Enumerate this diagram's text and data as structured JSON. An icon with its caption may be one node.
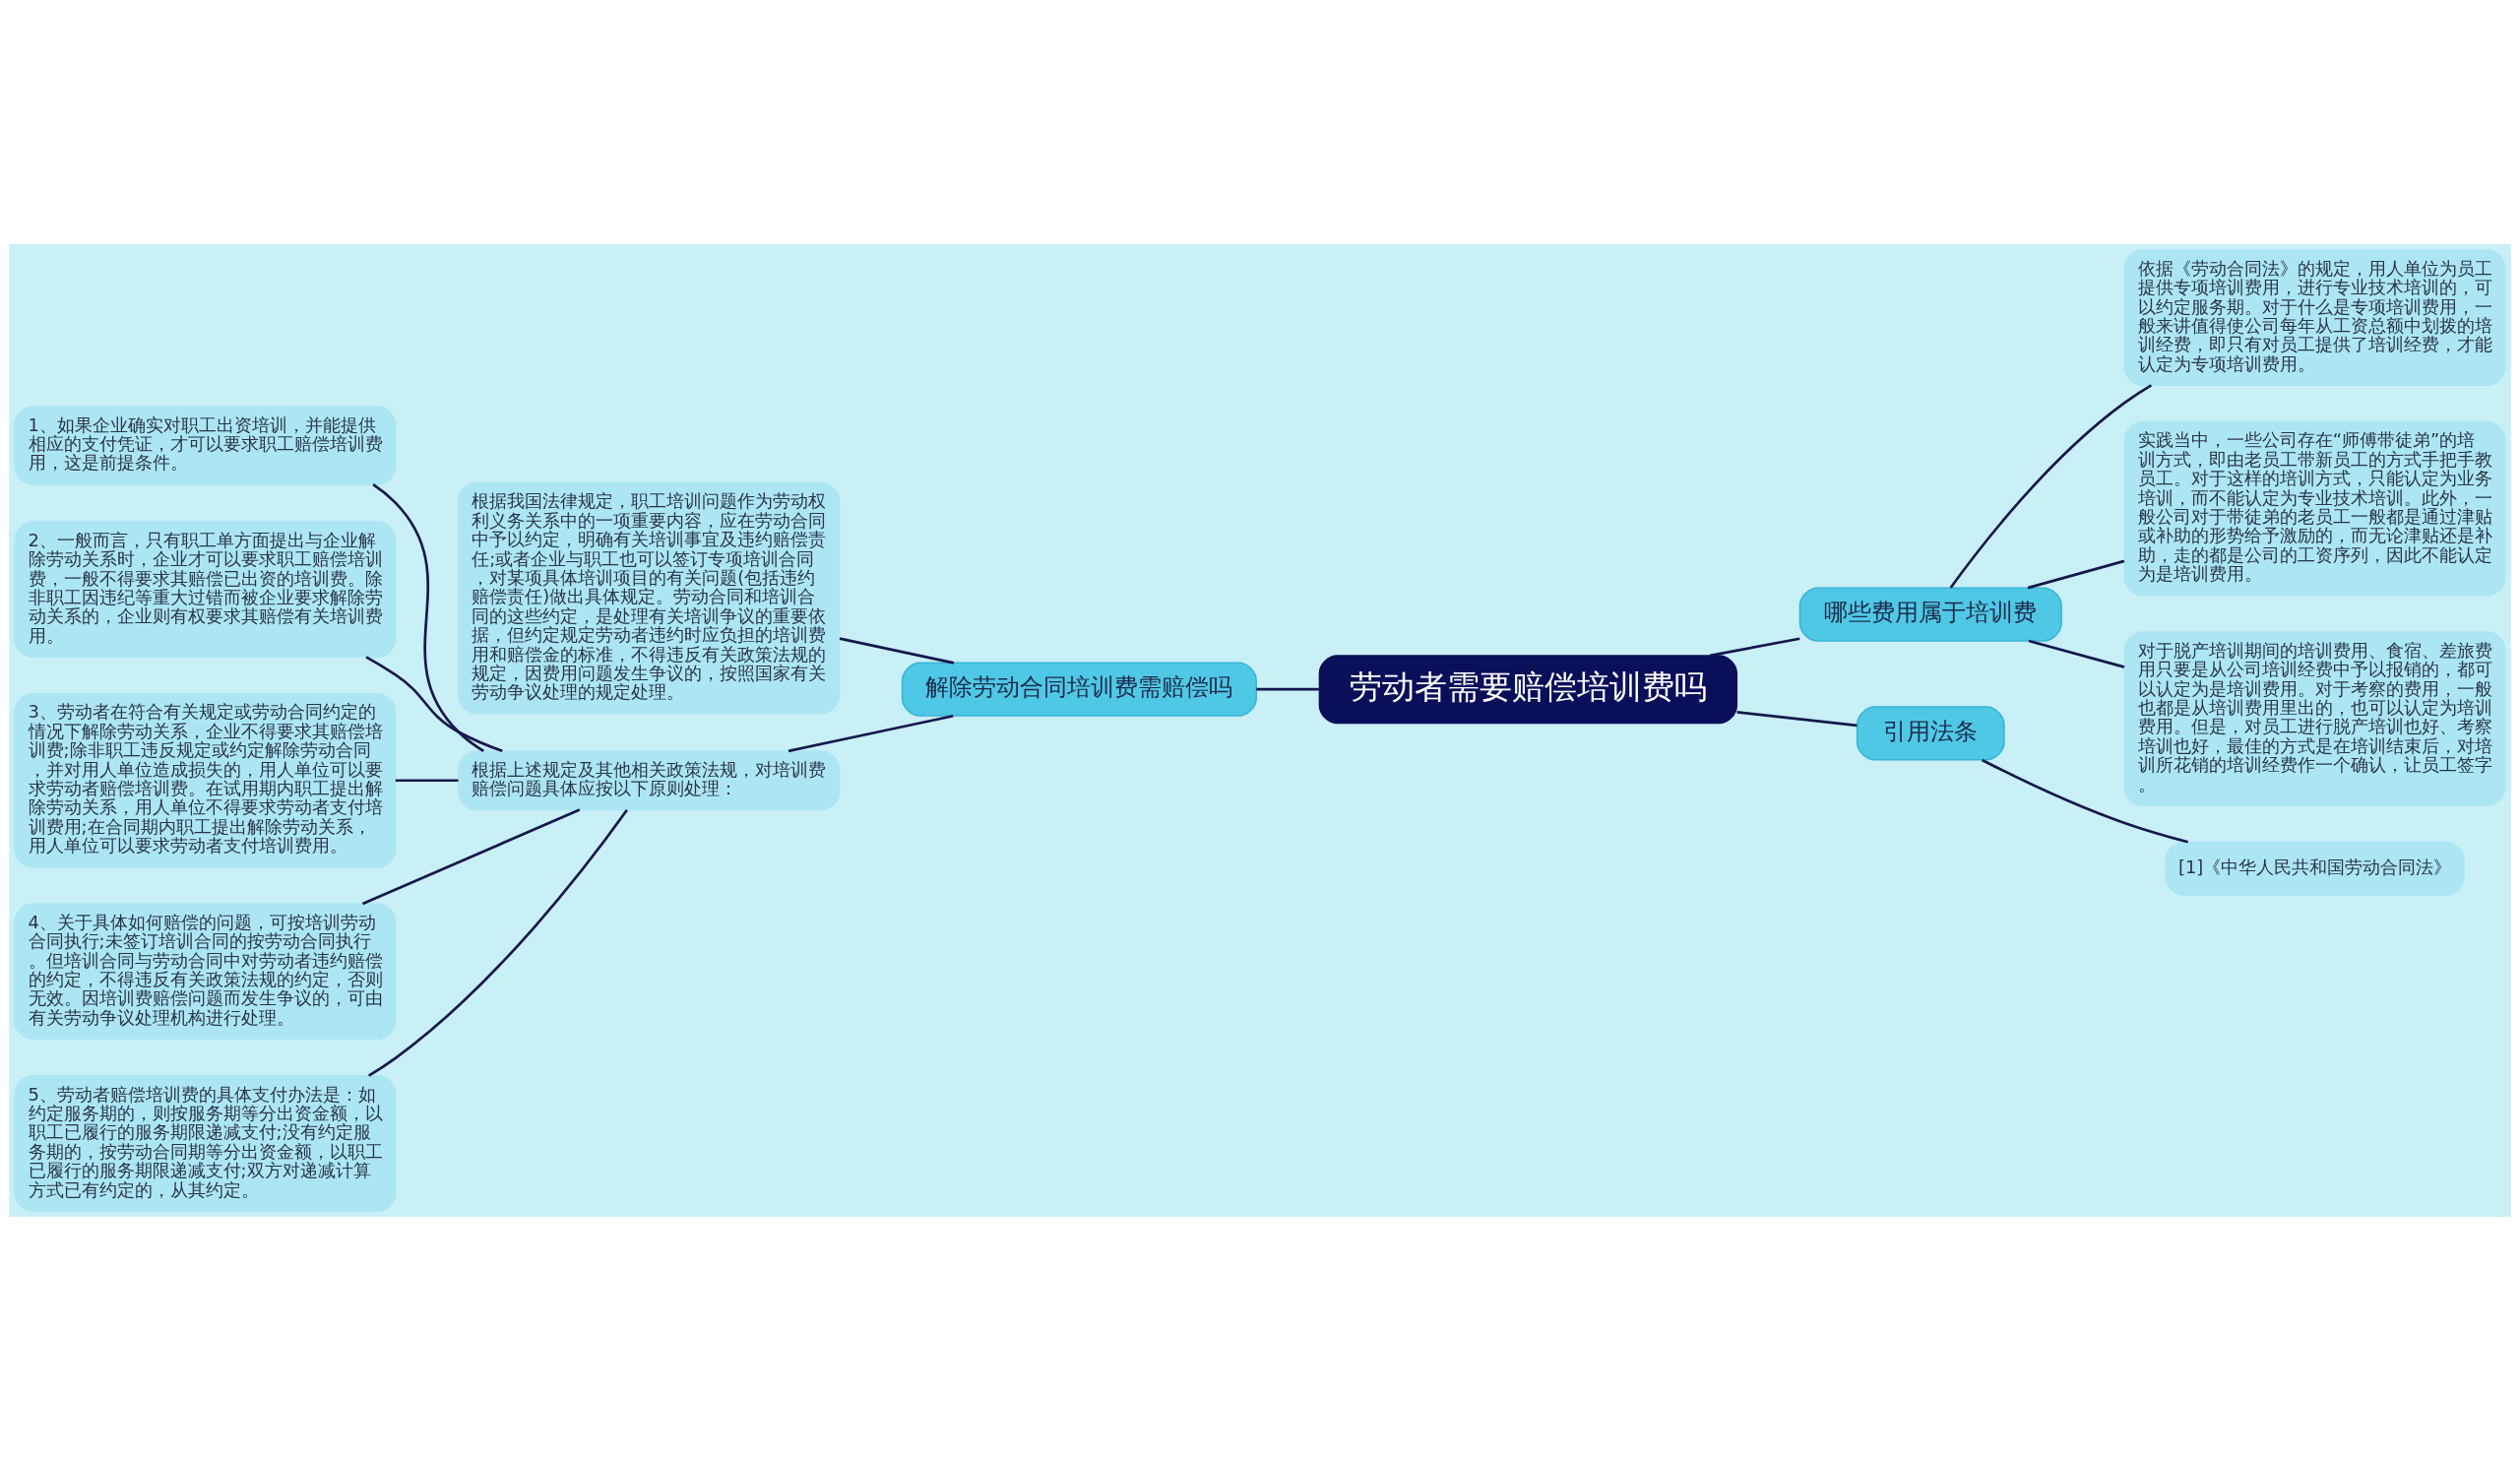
{
  "diagram": {
    "nodes": [
      {
        "text": [
          "劳动者需要赔偿培训费吗"
        ]
      },
      {
        "text": [
          "解除劳动合同培训费需赔偿吗"
        ]
      },
      {
        "text": [
          "根据我国法律规定，职工培训问题作为劳动权利义务关系中的一项重要内容，应在劳动合同中予以约定，明确有关培训事宜及违约赔偿责任;或者企业与职工也可以签订专项培训合同，对某项具体培训项目的有关问题(包括违约赔偿责任)做出具体规定。劳动合同和培训合同的这些约定，是处理有关培训争议的重要依据，但约定规定劳动者违约时应负担的培训费用和赔偿金的标准，不得违反有关政策法规的规定，因费用问题发生争议的，按照国家有关劳动争议处理的规定处理。"
        ]
      },
      {
        "text": [
          "根据上述规定及其他相关政策法规，对培训费赔偿问题具体应按以下原则处理："
        ]
      },
      {
        "text": [
          "1、如果企业确实对职工出资培训，并能提供相应的支付凭证，才可以要求职工赔偿培训费用，这是前提条件。"
        ]
      },
      {
        "text": [
          "2、一般而言，只有职工单方面提出与企业解除劳动关系时，企业才可以要求职工赔偿培训费，一般不得要求其赔偿已出资的培训费。除非职工因违纪等重大过错而被企业要求解除劳动关系的，企业则有权要求其赔偿有关培训费用。"
        ]
      },
      {
        "text": [
          "3、劳动者在符合有关规定或劳动合同约定的情况下解除劳动关系，企业不得要求其赔偿培训费;除非职工违反规定或约定解除劳动合同，并对用人单位造成损失的，用人单位可以要求劳动者赔偿培训费。在试用期内职工提出解除劳动关系，用人单位不得要求劳动者支付培训费用;在合同期内职工提出解除劳动关系，用人单位可以要求劳动者支付培训费用。"
        ]
      },
      {
        "text": [
          "4、关于具体如何赔偿的问题，可按培训劳动合同执行;未签订培训合同的按劳动合同执行。但培训合同与劳动合同中对劳动者违约赔偿的约定，不得违反有关政策法规的约定，否则无效。因培训费赔偿问题而发生争议的，可由有关劳动争议处理机构进行处理。"
        ]
      },
      {
        "text": [
          "5、劳动者赔偿培训费的具体支付办法是：如约定服务期的，则按服务期等分出资金额，以职工已履行的服务期限递减支付;没有约定服务期的，按劳动合同期等分出资金额，以职工已履行的服务期限递减支付;双方对递减计算方式已有约定的，从其约定。"
        ]
      },
      {
        "text": [
          "哪些费用属于培训费"
        ]
      },
      {
        "text": [
          "依据《劳动合同法》的规定，用人单位为员工提供专项培训费用，进行专业技术培训的，可以约定服务期。对于什么是专项培训费用，一般来讲值得使公司每年从工资总额中划拨的培训经费，即只有对员工提供了培训经费，才能认定为专项培训费用。"
        ]
      },
      {
        "text": [
          "实践当中，一些公司存在“师傅带徒弟”的培训方式，即由老员工带新员工的方式手把手教员工。对于这样的培训方式，只能认定为业务培训，而不能认定为专业技术培训。此外，一般公司对于带徒弟的老员工一般都是通过津贴或补助的形势给予激励的，而无论津贴还是补助，走的都是公司的工资序列，因此不能认定为是培训费用。"
        ]
      },
      {
        "text": [
          "对于脱产培训期间的培训费用、食宿、差旅费用只要是从公司培训经费中予以报销的，都可以认定为是培训费用。对于考察的费用，一般也都是从培训费用里出的，也可以认定为培训费用。但是，对员工进行脱产培训也好、考察培训也好，最佳的方式是在培训结束后，对培训所花销的培训经费作一个确认，让员工签字。"
        ]
      },
      {
        "text": [
          "引用法条"
        ]
      },
      {
        "text": [
          "[1]《中华人民共和国劳动合同法》"
        ]
      }
    ],
    "edges": [
      {
        "from": 0,
        "to": 1,
        "arrow": "none"
      },
      {
        "from": 1,
        "to": 2,
        "arrow": "none"
      },
      {
        "from": 1,
        "to": 3,
        "arrow": "none"
      },
      {
        "from": 3,
        "to": 4,
        "arrow": "none"
      },
      {
        "from": 3,
        "to": 5,
        "arrow": "none"
      },
      {
        "from": 3,
        "to": 6,
        "arrow": "none"
      },
      {
        "from": 3,
        "to": 7,
        "arrow": "none"
      },
      {
        "from": 3,
        "to": 8,
        "arrow": "none"
      },
      {
        "from": 0,
        "to": 9,
        "arrow": "none"
      },
      {
        "from": 9,
        "to": 10,
        "arrow": "none"
      },
      {
        "from": 9,
        "to": 11,
        "arrow": "none"
      },
      {
        "from": 9,
        "to": 12,
        "arrow": "none"
      },
      {
        "from": 0,
        "to": 13,
        "arrow": "none"
      },
      {
        "from": 13,
        "to": 14,
        "arrow": "none"
      }
    ]
  }
}
